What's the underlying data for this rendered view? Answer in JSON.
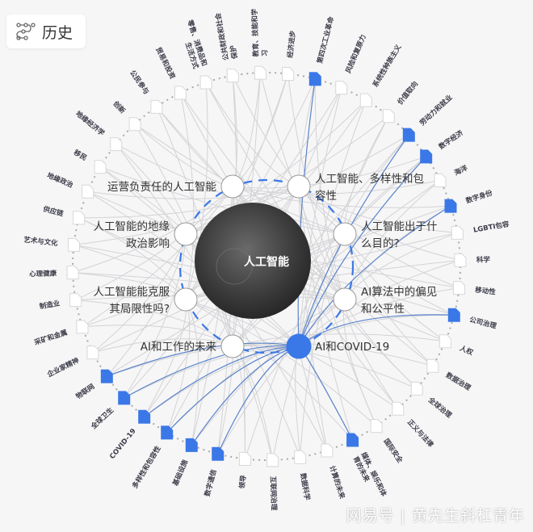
{
  "header": {
    "title": "历史",
    "icon": "timeline-icon"
  },
  "center": {
    "title": "人工智能"
  },
  "colors": {
    "accent": "#3b78e7",
    "edge": "#d3d3d6",
    "edge_active": "#5b84c9",
    "text": "#333333"
  },
  "inner_nodes": [
    {
      "label": [
        "运营负责任的人工智能"
      ],
      "selected": false
    },
    {
      "label": [
        "人工智能、多样性和包",
        "容性"
      ],
      "selected": false
    },
    {
      "label": [
        "人工智能出于什",
        "么目的?"
      ],
      "selected": false
    },
    {
      "label": [
        "AI算法中的偏见",
        "和公平性"
      ],
      "selected": false
    },
    {
      "label": [
        "AI和COVID-19"
      ],
      "selected": true
    },
    {
      "label": [
        "AI和工作的未来"
      ],
      "selected": false
    },
    {
      "label": [
        "人工智能能克服",
        "其局限性吗?"
      ],
      "selected": false
    },
    {
      "label": [
        "人工智能的地缘",
        "政治影响"
      ],
      "selected": false
    }
  ],
  "outer_nodes": [
    {
      "label": [
        "公共财政和社会",
        "保护"
      ],
      "highlighted": false
    },
    {
      "label": [
        "教育、技能和学",
        "习"
      ],
      "highlighted": false
    },
    {
      "label": [
        "经济进步"
      ],
      "highlighted": false
    },
    {
      "label": [
        "第四次工业革命"
      ],
      "highlighted": true
    },
    {
      "label": [
        "风险和复原力"
      ],
      "highlighted": false
    },
    {
      "label": [
        "系统性种族主义"
      ],
      "highlighted": false
    },
    {
      "label": [
        "价值取向"
      ],
      "highlighted": false
    },
    {
      "label": [
        "劳动力和就业"
      ],
      "highlighted": true
    },
    {
      "label": [
        "数字经济"
      ],
      "highlighted": true
    },
    {
      "label": [
        "海洋"
      ],
      "highlighted": false
    },
    {
      "label": [
        "数字身份"
      ],
      "highlighted": true
    },
    {
      "label": [
        "LGBTI包容"
      ],
      "highlighted": false
    },
    {
      "label": [
        "科学"
      ],
      "highlighted": false
    },
    {
      "label": [
        "移动性"
      ],
      "highlighted": false
    },
    {
      "label": [
        "公司治理"
      ],
      "highlighted": true
    },
    {
      "label": [
        "人权"
      ],
      "highlighted": false
    },
    {
      "label": [
        "数据治理"
      ],
      "highlighted": false
    },
    {
      "label": [
        "全球治理"
      ],
      "highlighted": false
    },
    {
      "label": [
        "正义与法律"
      ],
      "highlighted": false
    },
    {
      "label": [
        "国际安全"
      ],
      "highlighted": false
    },
    {
      "label": [
        "媒体、娱乐和体",
        "育的未来"
      ],
      "highlighted": true
    },
    {
      "label": [
        "计算的未来"
      ],
      "highlighted": false
    },
    {
      "label": [
        "数据科学"
      ],
      "highlighted": false
    },
    {
      "label": [
        "互联网治理"
      ],
      "highlighted": false
    },
    {
      "label": [
        "领导"
      ],
      "highlighted": false
    },
    {
      "label": [
        "数字通信"
      ],
      "highlighted": true
    },
    {
      "label": [
        "基础设施"
      ],
      "highlighted": true
    },
    {
      "label": [
        "多样性和包容性"
      ],
      "highlighted": true
    },
    {
      "label": [
        "COVID-19"
      ],
      "highlighted": true
    },
    {
      "label": [
        "全球卫生"
      ],
      "highlighted": true
    },
    {
      "label": [
        "物联网"
      ],
      "highlighted": true
    },
    {
      "label": [
        "企业家精神"
      ],
      "highlighted": false
    },
    {
      "label": [
        "采矿和金属"
      ],
      "highlighted": false
    },
    {
      "label": [
        "制造业"
      ],
      "highlighted": false
    },
    {
      "label": [
        "心理健康"
      ],
      "highlighted": false
    },
    {
      "label": [
        "艺术与文化"
      ],
      "highlighted": false
    },
    {
      "label": [
        "供应链"
      ],
      "highlighted": false
    },
    {
      "label": [
        "地缘政治"
      ],
      "highlighted": false
    },
    {
      "label": [
        "移民"
      ],
      "highlighted": false
    },
    {
      "label": [
        "地缘经济学"
      ],
      "highlighted": false
    },
    {
      "label": [
        "创新"
      ],
      "highlighted": false
    },
    {
      "label": [
        "公民参与"
      ],
      "highlighted": false
    },
    {
      "label": [
        "贸易和投资"
      ],
      "highlighted": false
    },
    {
      "label": [
        "零售、消费品和",
        "生活方式"
      ],
      "highlighted": false
    }
  ],
  "watermark": "网易号 | 黄先生斜杠青年"
}
